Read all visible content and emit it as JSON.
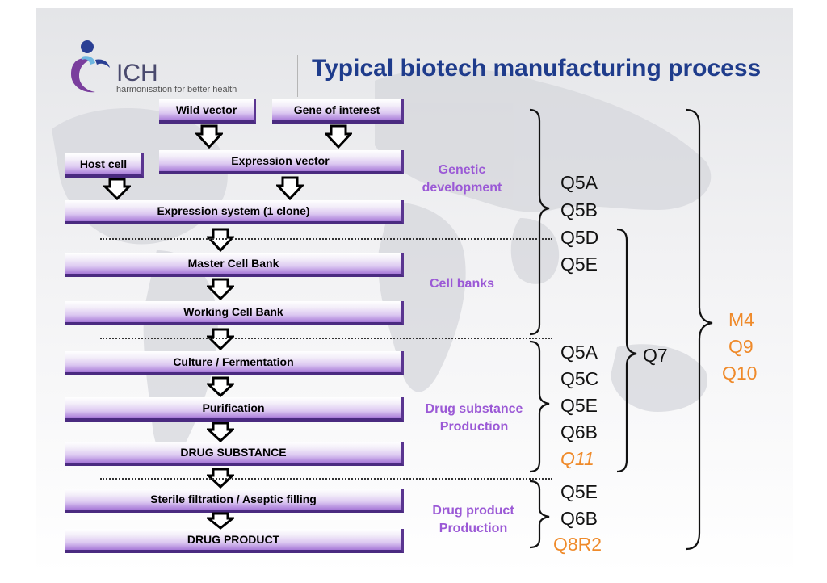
{
  "title": "Typical biotech manufacturing process",
  "logo": {
    "name": "ICH",
    "tagline": "harmonisation for better health",
    "icon": "ich-logo-icon"
  },
  "boxes": {
    "wild_vector": "Wild vector",
    "gene_of_interest": "Gene of interest",
    "host_cell": "Host cell",
    "expression_vector": "Expression vector",
    "expression_system": "Expression system  (1 clone)",
    "master_cell_bank": "Master Cell Bank",
    "working_cell_bank": "Working Cell Bank",
    "culture": "Culture / Fermentation",
    "purification": "Purification",
    "drug_substance": "DRUG SUBSTANCE",
    "sterile": "Sterile filtration / Aseptic filling",
    "drug_product": "DRUG PRODUCT"
  },
  "phases": {
    "genetic": [
      "Genetic",
      "development"
    ],
    "cell_banks": "Cell banks",
    "drug_substance": [
      "Drug substance",
      "Production"
    ],
    "drug_product": [
      "Drug product",
      "Production"
    ]
  },
  "guidelines": {
    "genetic_cell": [
      "Q5A",
      "Q5B",
      "Q5D",
      "Q5E"
    ],
    "drug_substance": [
      "Q5A",
      "Q5C",
      "Q5E",
      "Q6B",
      "Q11"
    ],
    "drug_product": [
      "Q5E",
      "Q6B",
      "Q8R2"
    ],
    "q7": "Q7",
    "overall": [
      "M4",
      "Q9",
      "Q10"
    ]
  },
  "colors": {
    "title": "#1f3c8c",
    "phase_label": "#9b59d6",
    "orange_guideline": "#ef8a2a",
    "box_dark": "#4a2a80",
    "box_light": "#dcc8f1"
  }
}
